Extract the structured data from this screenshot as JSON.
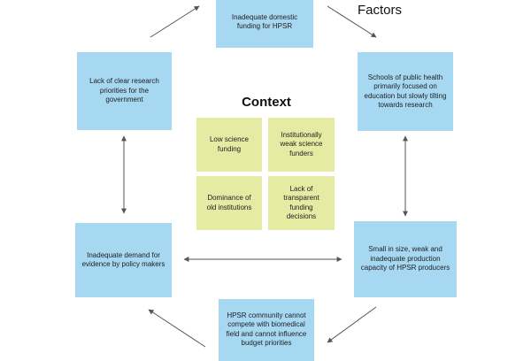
{
  "diagram": {
    "factors_title": "Factors",
    "context_title": "Context",
    "factor_boxes": {
      "top": "Inadequate domestic funding for HPSR",
      "top_right": "Schools of public health primarily focused on education but slowly tilting towards research",
      "mid_right": "Small in size, weak and inadequate production capacity of HPSR producers",
      "bottom": "HPSR community cannot compete with biomedical field and cannot influence budget priorities",
      "mid_left": "Inadequate demand for evidence by policy makers",
      "top_left": "Lack of clear research priorities for the government"
    },
    "context_notes": [
      "Low science funding",
      "Institutionally weak science funders",
      "Dominance of old institutions",
      "Lack of transparent funding decisions"
    ],
    "colors": {
      "factor_box": "#a7d8f2",
      "context_note": "#e6eba4",
      "arrow": "#555555"
    }
  }
}
